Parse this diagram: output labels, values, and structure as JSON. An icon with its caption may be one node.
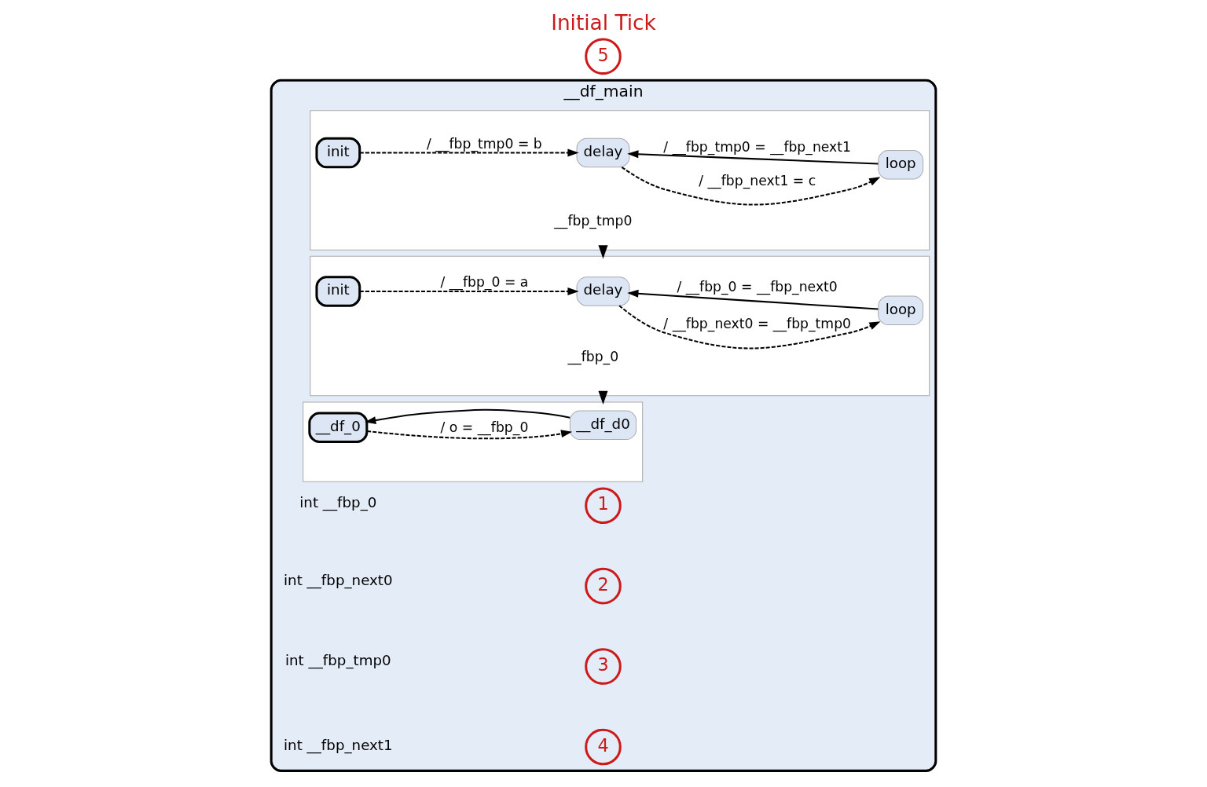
{
  "diagram": {
    "title": "Initial Tick",
    "nodes": [
      {
        "text": [
          "__df_main"
        ]
      },
      {
        "text": [],
        "shape": "box",
        "in": 0
      },
      {
        "text": [
          "init"
        ],
        "in": 1
      },
      {
        "text": [
          "delay"
        ],
        "in": 1
      },
      {
        "text": [
          "loop"
        ],
        "in": 1
      },
      {
        "text": [],
        "shape": "box",
        "in": 0
      },
      {
        "text": [
          "init"
        ],
        "in": 5
      },
      {
        "text": [
          "delay"
        ],
        "in": 5
      },
      {
        "text": [
          "loop"
        ],
        "in": 5
      },
      {
        "text": [],
        "shape": "box",
        "in": 0
      },
      {
        "text": [
          "__df_0"
        ],
        "in": 9
      },
      {
        "text": [
          "__df_d0"
        ],
        "in": 9
      },
      {
        "text": [
          "1"
        ],
        "in": 0
      },
      {
        "text": [
          "2"
        ],
        "in": 0
      },
      {
        "text": [
          "3"
        ],
        "in": 0
      },
      {
        "text": [
          "4"
        ],
        "in": 0
      },
      {
        "text": [
          "5"
        ]
      }
    ],
    "edges": [
      {
        "from": 2,
        "to": 3,
        "arrow": "to",
        "label": "/ __fbp_tmp0 = b",
        "style": "dashed"
      },
      {
        "from": 4,
        "to": 3,
        "arrow": "to",
        "label": "/ __fbp_tmp0 = __fbp_next1"
      },
      {
        "from": 3,
        "to": 4,
        "arrow": "to",
        "label": "/ __fbp_next1 = c",
        "style": "dashed"
      },
      {
        "from": 1,
        "to": 5,
        "arrow": "to",
        "label": "__fbp_tmp0"
      },
      {
        "from": 6,
        "to": 7,
        "arrow": "to",
        "label": "/ __fbp_0 = a",
        "style": "dashed"
      },
      {
        "from": 8,
        "to": 7,
        "arrow": "to",
        "label": "/ __fbp_0 = __fbp_next0"
      },
      {
        "from": 7,
        "to": 8,
        "arrow": "to",
        "label": "/ __fbp_next0 = __fbp_tmp0",
        "style": "dashed"
      },
      {
        "from": 5,
        "to": 9,
        "arrow": "to",
        "label": "__fbp_0"
      },
      {
        "from": 11,
        "to": 10,
        "arrow": "to"
      },
      {
        "from": 10,
        "to": 11,
        "arrow": "to",
        "label": "/ o = __fbp_0",
        "style": "dashed"
      }
    ],
    "labels": [
      "int __fbp_0",
      "int __fbp_next0",
      "int __fbp_tmp0",
      "int __fbp_next1"
    ]
  }
}
